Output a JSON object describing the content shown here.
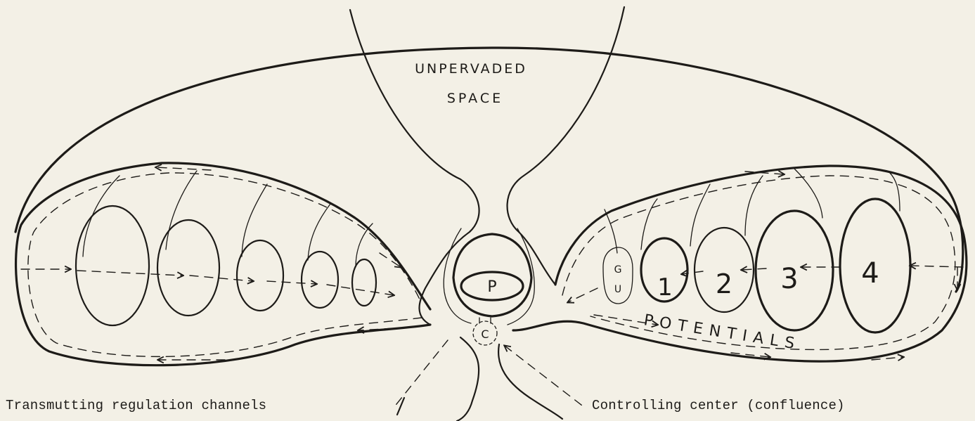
{
  "labels": {
    "space_line1": "UNPERVADED",
    "space_line2": "SPACE",
    "p": "P",
    "c": "C",
    "g": "G",
    "u": "U",
    "n1": "1",
    "n2": "2",
    "n3": "3",
    "n4": "4",
    "potentials": "POTENTIALS"
  },
  "captions": {
    "left": "Transmutting regulation channels",
    "right": "Controlling center (confluence)"
  }
}
